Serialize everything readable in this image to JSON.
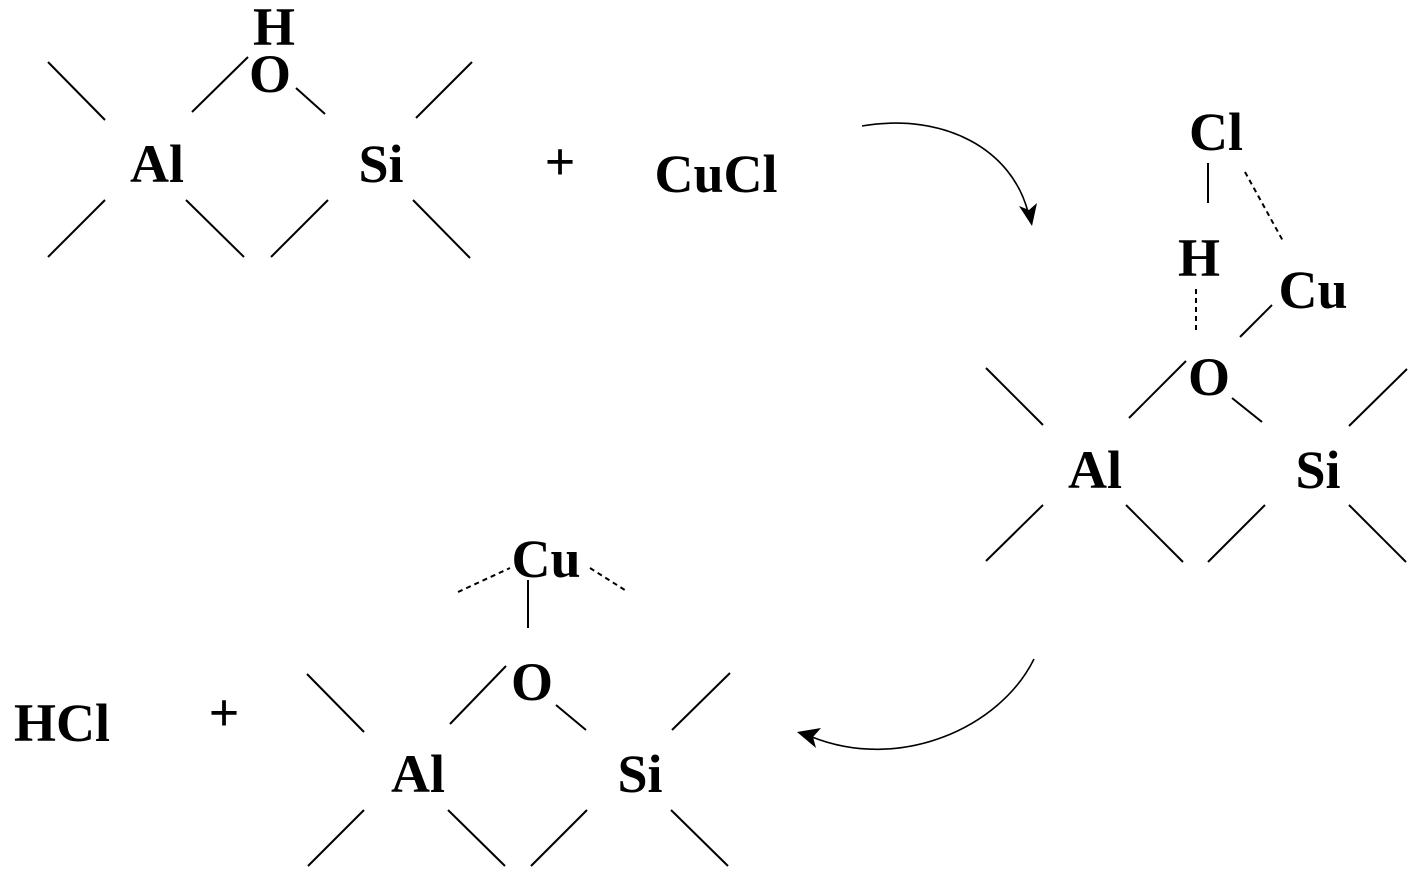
{
  "reactant": {
    "h": "H",
    "o": "O",
    "al": "Al",
    "si": "Si"
  },
  "plus_1": "+",
  "cucl": "CuCl",
  "intermediate": {
    "cl": "Cl",
    "h": "H",
    "cu": "Cu",
    "o": "O",
    "al": "Al",
    "si": "Si"
  },
  "hcl": "HCl",
  "plus_2": "+",
  "product": {
    "cu": "Cu",
    "o": "O",
    "al": "Al",
    "si": "Si"
  }
}
